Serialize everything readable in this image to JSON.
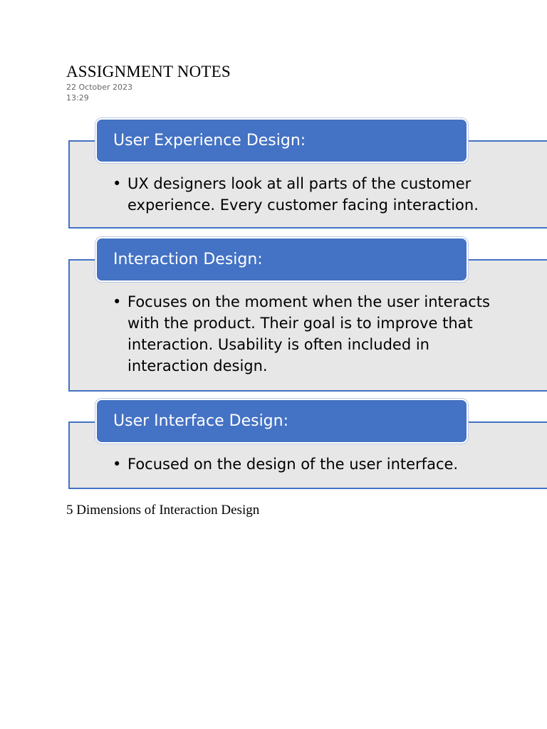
{
  "page": {
    "title": "ASSIGNMENT NOTES",
    "date": "22 October 2023",
    "time": "13:29"
  },
  "diagram": {
    "colors": {
      "header_fill": "#4472c4",
      "body_fill": "#e7e7e7",
      "border": "#4472c4",
      "header_text": "#ffffff"
    },
    "sections": [
      {
        "heading": "User Experience Design:",
        "bullet_line_1": "UX designers look at all parts of the customer",
        "bullet_line_2": "experience. Every customer facing interaction."
      },
      {
        "heading": "Interaction Design:",
        "bullet_line_1": "Focuses on the moment when the user interacts",
        "bullet_line_2": "with the product. Their goal is to improve that",
        "bullet_line_3": "interaction. Usability is often included in",
        "bullet_line_4": "interaction design."
      },
      {
        "heading": "User Interface Design:",
        "bullet_line_1": "Focused on the design of the user interface."
      }
    ],
    "bullet_symbol": "•"
  },
  "footer": {
    "subheading": "5 Dimensions of Interaction Design"
  }
}
